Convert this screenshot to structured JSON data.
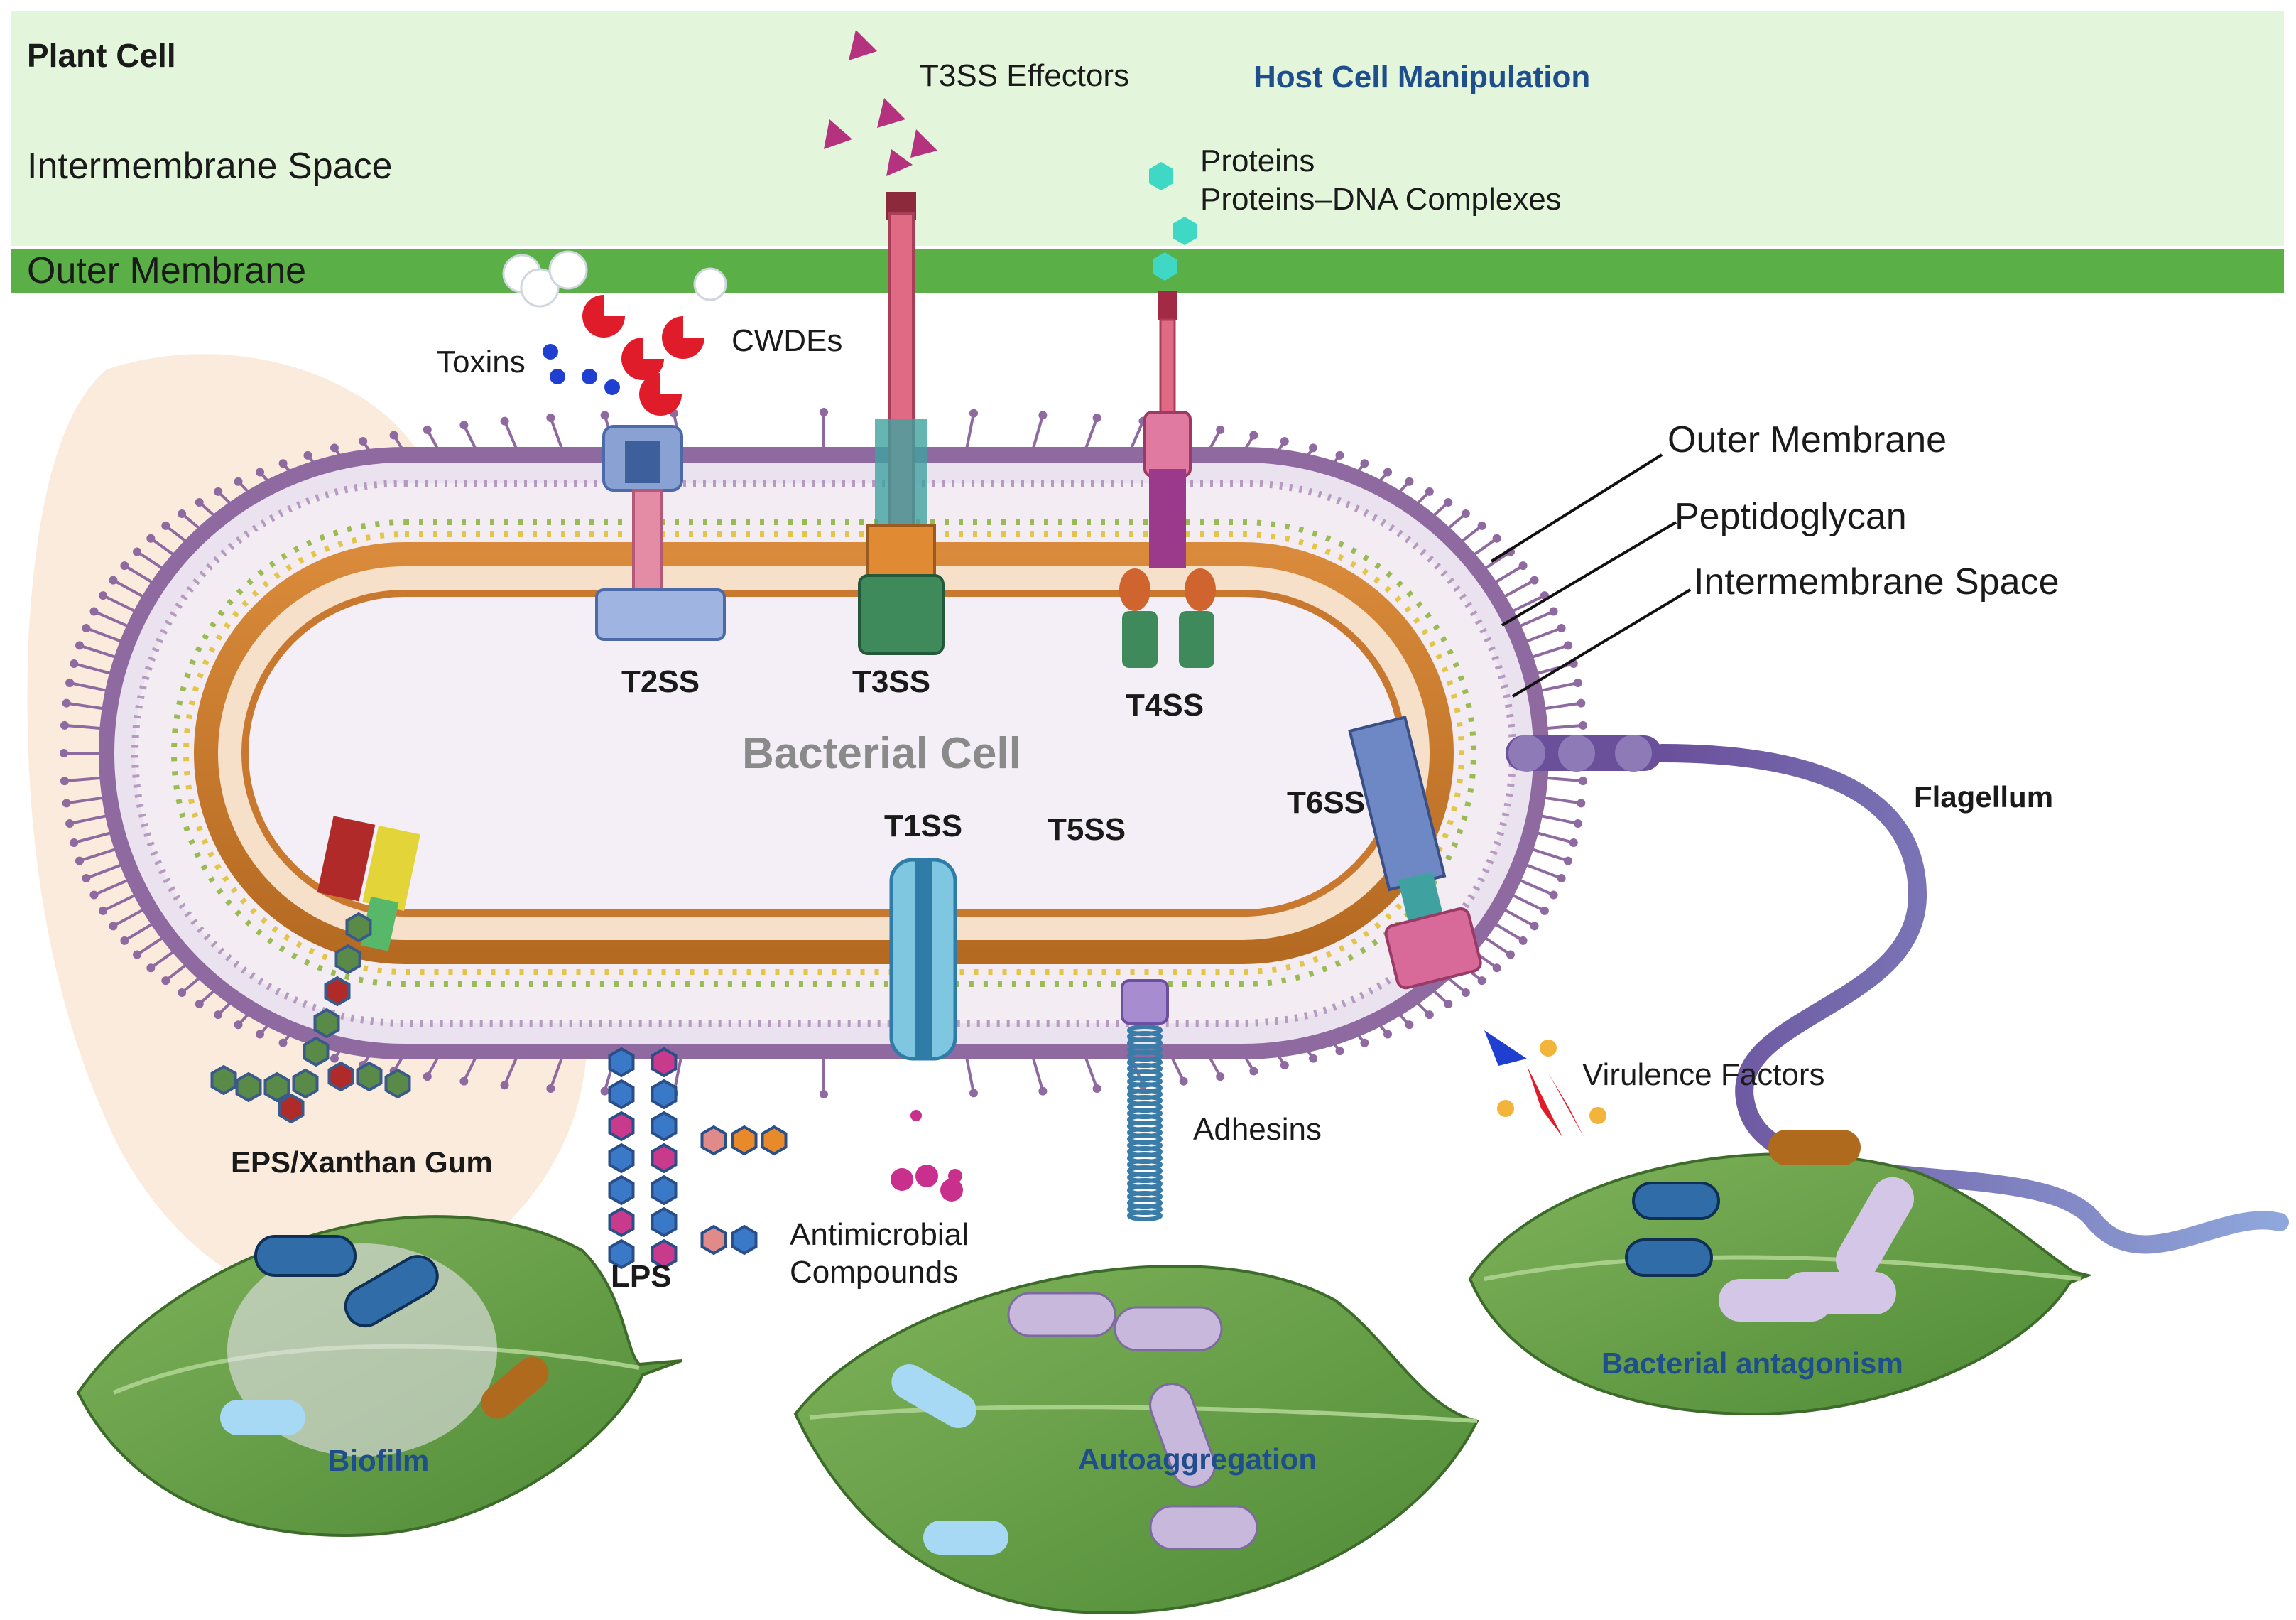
{
  "colors": {
    "plant_band": "#e3f6dc",
    "outer_membrane_band": "#5aaf46",
    "membrane": "#8f6aa0",
    "peptidoglycan": "#c9792f",
    "leaf": "#6fa24c",
    "biofilm_zone": "#fbe9d8",
    "host_blue": "#1f4e8c",
    "cell_label_gray": "#8a8a8a"
  },
  "labels": {
    "plant_cell": "Plant Cell",
    "intermembrane_space_top": "Intermembrane Space",
    "outer_membrane_top": "Outer Membrane",
    "t3ss_effectors": "T3SS Effectors",
    "host_cell_manipulation": "Host Cell Manipulation",
    "proteins": "Proteins\nProteins–DNA Complexes",
    "toxins": "Toxins",
    "cwdes": "CWDEs",
    "outer_membrane_right": "Outer Membrane",
    "peptidoglycan": "Peptidoglycan",
    "intermembrane_space_right": "Intermembrane Space",
    "t2ss": "T2SS",
    "t3ss": "T3SS",
    "t4ss": "T4SS",
    "bacterial_cell": "Bacterial Cell",
    "t1ss": "T1SS",
    "t5ss": "T5SS",
    "t6ss": "T6SS",
    "flagellum": "Flagellum",
    "virulence_factors": "Virulence Factors",
    "adhesins": "Adhesins",
    "eps": "EPS/Xanthan Gum",
    "lps": "LPS",
    "antimicrobial": "Antimicrobial\nCompounds",
    "biofilm": "Biofilm",
    "autoaggregation": "Autoaggregation",
    "bacterial_antagonism": "Bacterial antagonism"
  }
}
